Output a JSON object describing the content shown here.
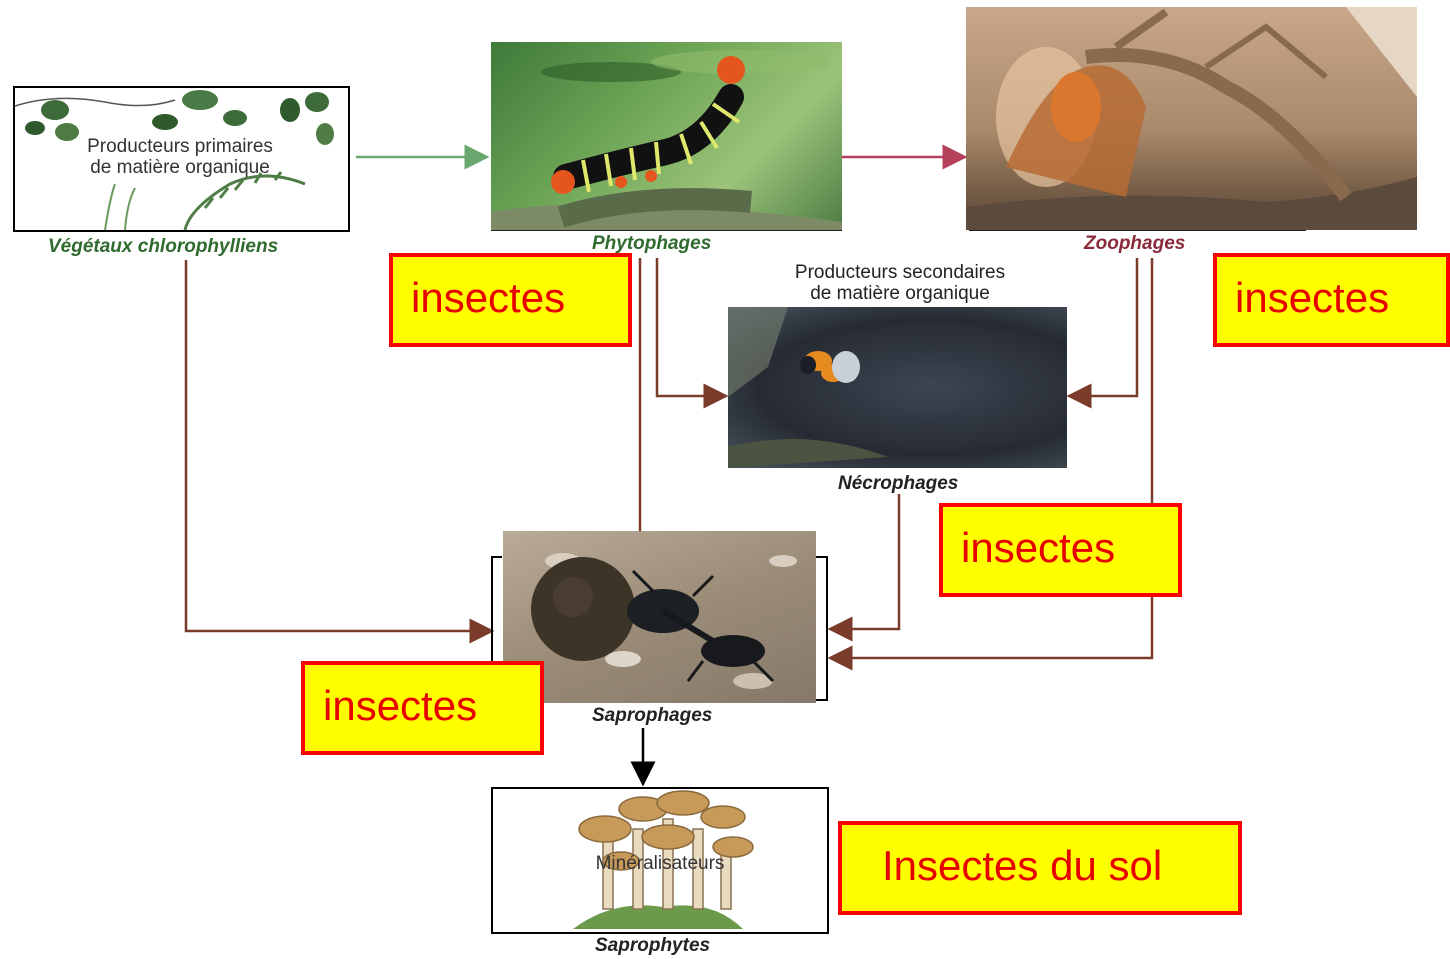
{
  "nodes": {
    "vegetaux": {
      "inner_text_1": "Producteurs primaires",
      "inner_text_2": "de matière organique",
      "caption": "Végétaux chlorophylliens"
    },
    "phytophages": {
      "caption": "Phytophages"
    },
    "zoophages": {
      "caption": "Zoophages"
    },
    "necrophages": {
      "heading_1": "Producteurs secondaires",
      "heading_2": "de matière organique",
      "caption": "Nécrophages"
    },
    "saprophages": {
      "caption": "Saprophages"
    },
    "saprophytes": {
      "inner_text": "Minéralisateurs",
      "caption": "Saprophytes"
    }
  },
  "callouts": {
    "phytophages": "insectes",
    "zoophages": "insectes",
    "necrophages": "insectes",
    "saprophages": "insectes",
    "saprophytes": "Insectes du sol"
  },
  "colors": {
    "primary_link": "#6aa870",
    "predation_link": "#b5405a",
    "decomposition_link": "#7a3b2a",
    "final_link": "#000000",
    "caption_green": "#2f6b2f",
    "caption_red": "#8a2a3a",
    "callout_fill": "#ffff00",
    "callout_border": "#ff0000",
    "callout_text": "#e60000"
  },
  "icons": [
    "leaf-icon",
    "caterpillar-icon",
    "mantis-icon",
    "beetle-icon",
    "dung-beetle-icon",
    "mushroom-icon"
  ]
}
